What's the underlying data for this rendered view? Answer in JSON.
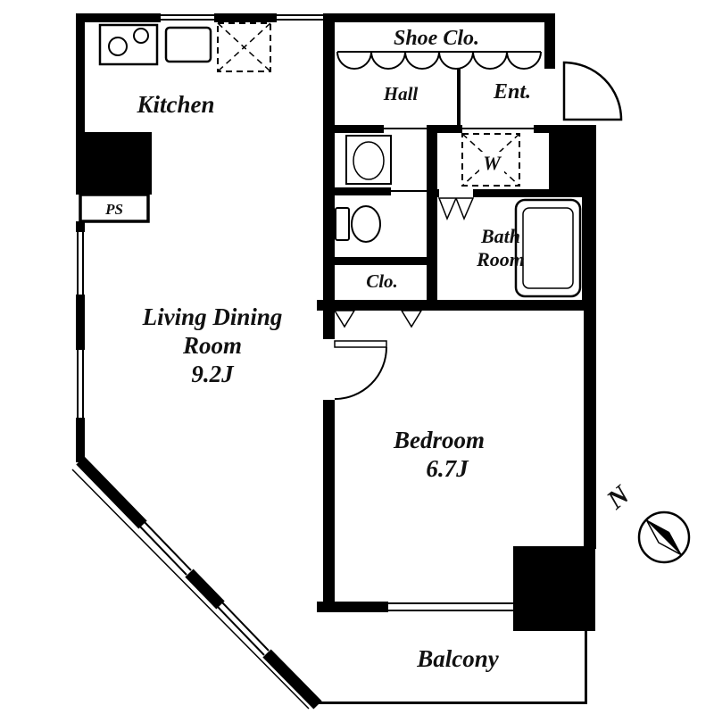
{
  "colors": {
    "wall": "#000000",
    "line": "#000000",
    "text": "#111111",
    "background": "#ffffff"
  },
  "rooms": {
    "kitchen": {
      "label": "Kitchen"
    },
    "shoe_closet": {
      "label": "Shoe Clo."
    },
    "hall": {
      "label": "Hall"
    },
    "entrance": {
      "label": "Ent."
    },
    "washing_machine": {
      "label": "W"
    },
    "bathroom": {
      "label_line1": "Bath",
      "label_line2": "Room"
    },
    "closet": {
      "label": "Clo."
    },
    "pipe_shaft": {
      "label": "PS"
    },
    "living_dining": {
      "label_line1": "Living Dining",
      "label_line2": "Room",
      "size": "9.2J"
    },
    "bedroom": {
      "label": "Bedroom",
      "size": "6.7J"
    },
    "balcony": {
      "label": "Balcony"
    }
  },
  "compass": {
    "north": "N"
  }
}
